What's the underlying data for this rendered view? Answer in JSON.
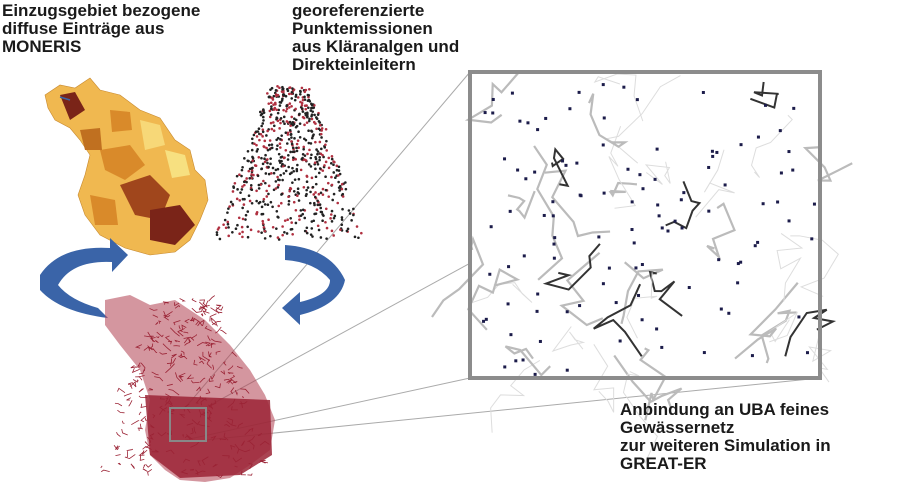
{
  "labels": {
    "moneris": [
      "Einzugsgebiet bezogene",
      "diffuse Einträge aus",
      "MONERIS"
    ],
    "point_emissions": [
      "georeferenzierte",
      "Punktemissionen",
      "aus Kläranalgen und",
      "Direkteinleitern"
    ],
    "uba_network": [
      "Anbindung an UBA feines",
      "Gewässernetz",
      "zur weiteren Simulation in",
      "GREAT-ER"
    ]
  },
  "colors": {
    "catchment_light": "#f0b850",
    "catchment_mid": "#d98a2a",
    "catchment_dark": "#7a2418",
    "network_red": "#9b2335",
    "arrow_blue": "#3a64a8",
    "inset_border": "#8c8c8c"
  }
}
